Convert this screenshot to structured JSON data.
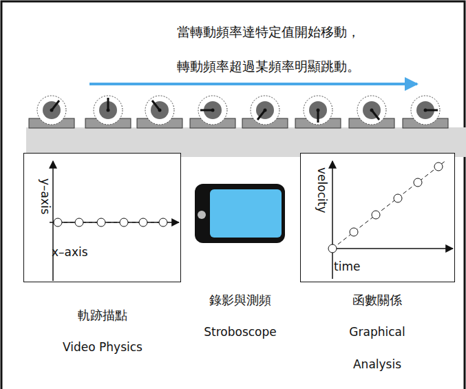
{
  "diagram": {
    "nodes": [
      {
        "text": [
          "y–axis",
          "x–axis"
        ]
      },
      {
        "text": [
          "velocity",
          "time"
        ]
      }
    ],
    "labels": [
      "當轉動頻率達特定值開始移動，",
      "轉動頻率超過某頻率明顯跳動。",
      "軌跡描點",
      "Video Physics",
      "錄影與測頻",
      "Stroboscope",
      "函數關係",
      "Graphical",
      "Analysis"
    ]
  }
}
